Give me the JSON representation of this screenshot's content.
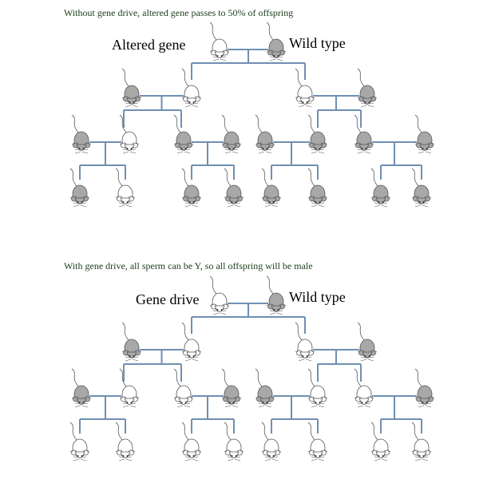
{
  "panel_top": {
    "caption": "Without gene drive, altered gene passes to 50% of offspring",
    "left_label": "Altered gene",
    "right_label": "Wild type",
    "parents": [
      "white",
      "grey"
    ],
    "gen1": [
      "grey",
      "white",
      "white",
      "grey"
    ],
    "gen2": [
      "grey",
      "white",
      "grey",
      "grey",
      "grey",
      "grey",
      "grey",
      "grey"
    ],
    "gen3": [
      "grey",
      "white",
      "grey",
      "grey",
      "grey",
      "grey",
      "grey",
      "grey"
    ]
  },
  "panel_bottom": {
    "caption": "With gene drive, all sperm can be Y, so all offspring will be male",
    "left_label": "Gene drive",
    "right_label": "Wild type",
    "parents": [
      "white",
      "grey"
    ],
    "gen1": [
      "grey",
      "white",
      "white",
      "grey"
    ],
    "gen2": [
      "grey",
      "white",
      "white",
      "grey",
      "grey",
      "white",
      "white",
      "grey"
    ],
    "gen3": [
      "white",
      "white",
      "white",
      "white",
      "white",
      "white",
      "white",
      "white"
    ]
  },
  "colors": {
    "line": "#6f8fb3",
    "grey_mouse": "#a8a8a8",
    "white_mouse": "#ffffff",
    "outline": "#555555"
  },
  "icons": {
    "mouse": "mouse-icon"
  }
}
